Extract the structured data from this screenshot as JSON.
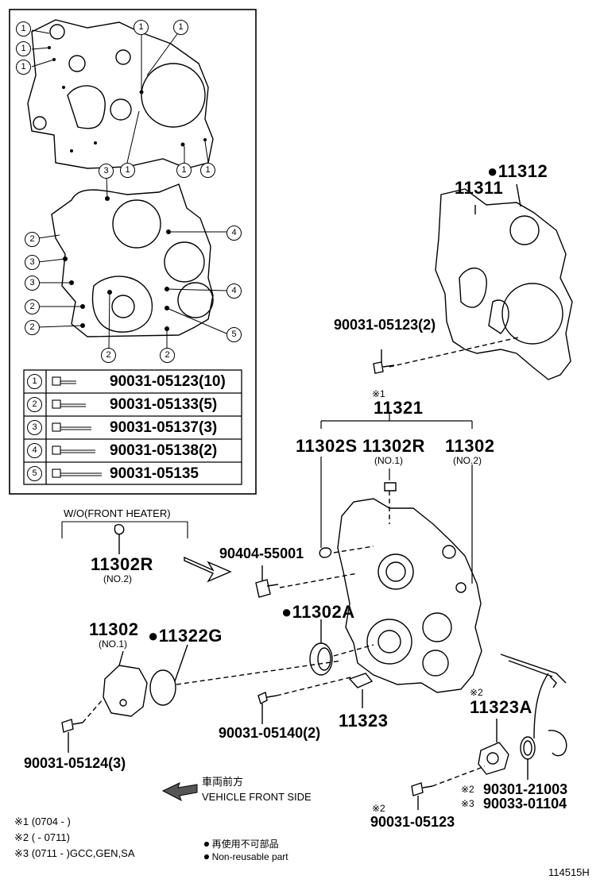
{
  "inset": {
    "table": [
      {
        "n": "1",
        "part": "90031-05123(10)"
      },
      {
        "n": "2",
        "part": "90031-05133(5)"
      },
      {
        "n": "3",
        "part": "90031-05137(3)"
      },
      {
        "n": "4",
        "part": "90031-05138(2)"
      },
      {
        "n": "5",
        "part": "90031-05135"
      }
    ],
    "callouts": [
      "1",
      "2",
      "3",
      "4",
      "5"
    ]
  },
  "labels": {
    "p11312": "●11312",
    "p11311": "11311",
    "bolt_top": "90031-05123(2)",
    "mark1": "※1",
    "p11321": "11321",
    "p11302S": "11302S",
    "p11302R": "11302R",
    "no1": "(NO.1)",
    "p11302": "11302",
    "no2": "(NO.2)",
    "wo_front_heater": "W/O(FRONT HEATER)",
    "p11302R_left": "11302R",
    "no2_left": "(NO.2)",
    "p90404": "90404-55001",
    "p11302A": "●11302A",
    "p11302_left": "11302",
    "no1_left": "(NO.1)",
    "p11322G": "●11322G",
    "bolt_left": "90031-05124(3)",
    "bolt_mid": "90031-05140(2)",
    "p11323": "11323",
    "mark2a": "※2",
    "p11323A": "11323A",
    "m2b": "※2",
    "p90301": "90301-21003",
    "m3": "※3",
    "p90033": "90033-01104",
    "mark2c": "※2",
    "bolt_br": "90031-05123",
    "front_jp": "車両前方",
    "front_en": "VEHICLE FRONT SIDE",
    "fn1": "※1 (0704 -        )",
    "fn2": "※2 (        - 0711)",
    "fn3": "※3 (0711 -        )GCC,GEN,SA",
    "leg_jp": "● 再使用不可部品",
    "leg_en": "● Non-reusable part",
    "code": "114515H"
  }
}
